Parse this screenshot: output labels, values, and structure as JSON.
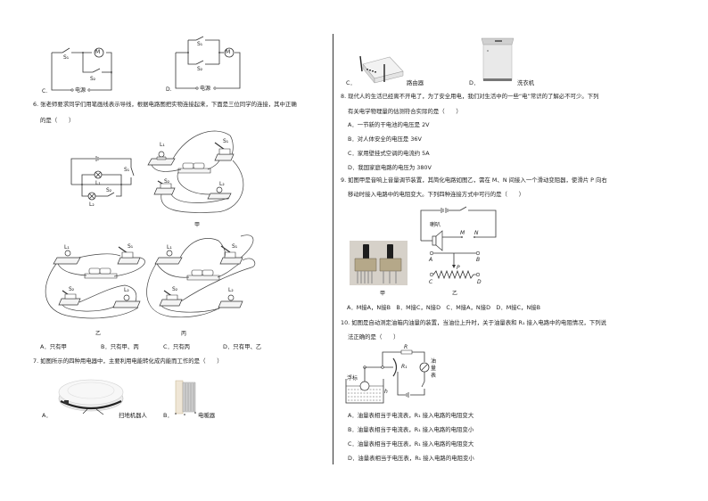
{
  "q5": {
    "option_c": "C.",
    "option_d": "D.",
    "power_label": "电源",
    "s1": "S₁",
    "s2": "S₂",
    "motor": "M"
  },
  "q6": {
    "text_line1": "6. 张老师要求同学们用笔画线表示导线，根据电路图把实物连接起来，下面是三位同学的连接，其中正确",
    "text_line2": "的是（　　）",
    "labels": {
      "jia": "甲",
      "yi": "乙",
      "bing": "丙",
      "l1": "L₁",
      "l2": "L₂",
      "s1": "S₁",
      "s2": "S₂"
    },
    "options": [
      "A．只有甲",
      "B．只有甲、丙",
      "C．只有丙",
      "D．只有甲、乙"
    ]
  },
  "q7": {
    "text": "7. 如图所示的四种用电器中，主要利用电能转化成内能而工作的是（　　）",
    "options": [
      {
        "letter": "A．",
        "caption": "扫地机器人"
      },
      {
        "letter": "B．",
        "caption": "电暖器"
      },
      {
        "letter": "C．",
        "caption": "路由器"
      },
      {
        "letter": "D．",
        "caption": "洗衣机"
      }
    ]
  },
  "q8": {
    "text_line1": "8. 现代人的生活已经离不开电了，为了安全用电，我们对生活中的一些“电”常识的了解必不可少。下列",
    "text_line2": "有关电学物理量的估测符合实际的是（　　）",
    "options": [
      "A．一节新的干电池的电压是 2V",
      "B．对人体安全的电压是 36V",
      "C．家用壁挂式空调的电流约 5A",
      "D．我国家庭电路的电压为 380V"
    ]
  },
  "q9": {
    "text_line1": "9. 如图甲是音响上音量调节装置，其简化电路如图乙，需在 M、N 间接入一个滑动变阻器，使滑片 P 向右",
    "text_line2": "移动时接入电路中的电阻变大。下列四种连接方式中可行的是（　　）",
    "labels": {
      "jia": "甲",
      "yi": "乙",
      "speaker": "喇叭",
      "M": "M",
      "N": "N",
      "A": "A",
      "B": "B",
      "C": "C",
      "D": "D",
      "P": "P"
    },
    "options": "A．M接A，N接B　B．M接C，N接D　C．M接A，N接D　D．M接C，N接B"
  },
  "q10": {
    "text_line1": "10. 如图是自动测定油箱内油量的装置，当油位上升时，关于油量表和 R₁ 接入电路中的电阻情况，下列说",
    "text_line2": "法正确的是（　　）",
    "labels": {
      "R": "R",
      "R1": "R₁",
      "float": "浮标",
      "h": "h",
      "gauge1": "油",
      "gauge2": "量",
      "gauge3": "表"
    },
    "options": [
      "A．油量表相当于电流表，R₁ 接入电路的电阻变大",
      "B．油量表相当于电流表，R₁ 接入电路的电阻变小",
      "C．油量表相当于电压表，R₁ 接入电路的电阻变大",
      "D．油量表相当于电压表，R₁ 接入电路的电阻变小"
    ]
  }
}
